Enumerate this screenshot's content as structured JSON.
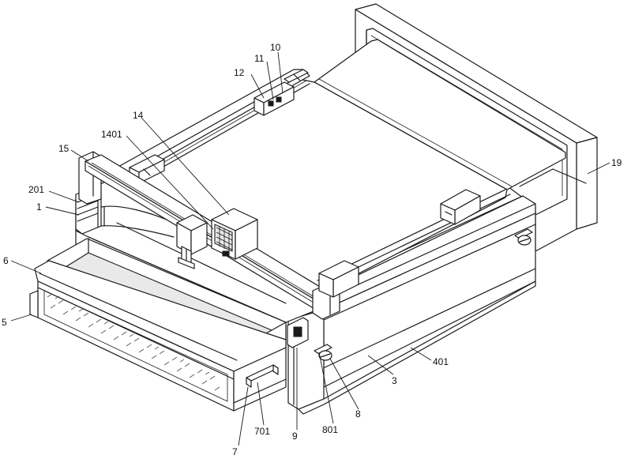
{
  "labels": {
    "l1": "1",
    "l201": "201",
    "l3": "3",
    "l401": "401",
    "l5": "5",
    "l6": "6",
    "l7": "7",
    "l701": "701",
    "l8": "8",
    "l801": "801",
    "l9": "9",
    "l10": "10",
    "l11": "11",
    "l12": "12",
    "l14": "14",
    "l1401": "1401",
    "l15": "15",
    "l19": "19"
  }
}
